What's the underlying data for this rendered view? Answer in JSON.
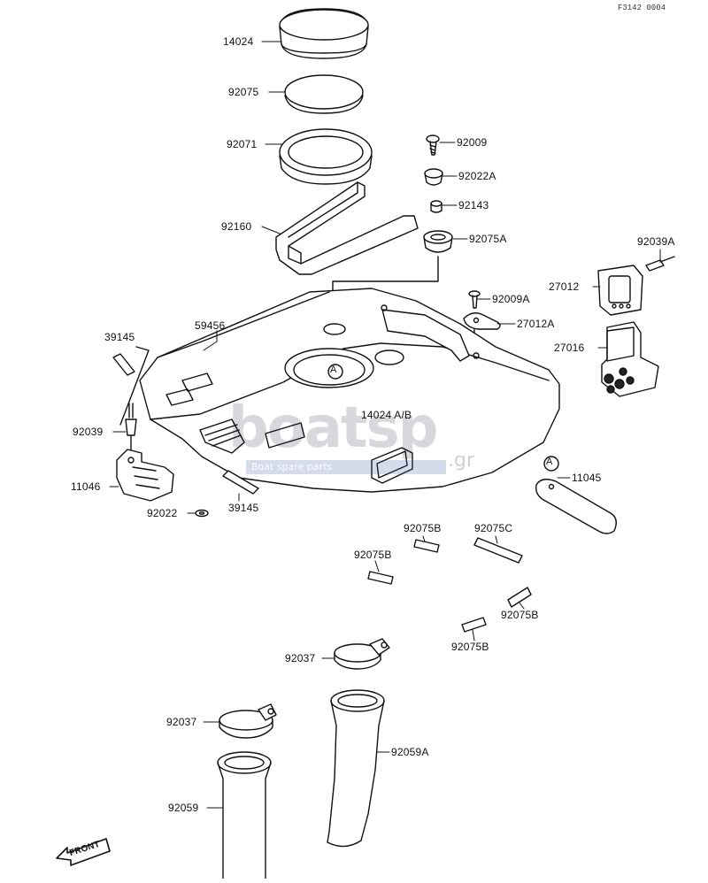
{
  "figure_code": "F3142 0004",
  "watermark": {
    "logo": "boatsp",
    "tagline": "Boat spare parts",
    "tld": ".gr"
  },
  "front_label": "FRONT",
  "callout_marker": "A",
  "labels": [
    {
      "id": "14024",
      "text": "14024"
    },
    {
      "id": "92075",
      "text": "92075"
    },
    {
      "id": "92071",
      "text": "92071"
    },
    {
      "id": "92160",
      "text": "92160"
    },
    {
      "id": "92009",
      "text": "92009"
    },
    {
      "id": "92022A",
      "text": "92022A"
    },
    {
      "id": "92143",
      "text": "92143"
    },
    {
      "id": "92075A",
      "text": "92075A"
    },
    {
      "id": "92039A",
      "text": "92039A"
    },
    {
      "id": "27012",
      "text": "27012"
    },
    {
      "id": "92009A",
      "text": "92009A"
    },
    {
      "id": "27012A",
      "text": "27012A"
    },
    {
      "id": "27016",
      "text": "27016"
    },
    {
      "id": "39145a",
      "text": "39145"
    },
    {
      "id": "59456",
      "text": "59456"
    },
    {
      "id": "14024AB",
      "text": "14024 A/B"
    },
    {
      "id": "92039",
      "text": "92039"
    },
    {
      "id": "11046",
      "text": "11046"
    },
    {
      "id": "92022",
      "text": "92022"
    },
    {
      "id": "39145b",
      "text": "39145"
    },
    {
      "id": "11045",
      "text": "11045"
    },
    {
      "id": "92075B1",
      "text": "92075B"
    },
    {
      "id": "92075C",
      "text": "92075C"
    },
    {
      "id": "92075B2",
      "text": "92075B"
    },
    {
      "id": "92075B3",
      "text": "92075B"
    },
    {
      "id": "92075B4",
      "text": "92075B"
    },
    {
      "id": "92037a",
      "text": "92037"
    },
    {
      "id": "92037b",
      "text": "92037"
    },
    {
      "id": "92059A",
      "text": "92059A"
    },
    {
      "id": "92059",
      "text": "92059"
    }
  ]
}
